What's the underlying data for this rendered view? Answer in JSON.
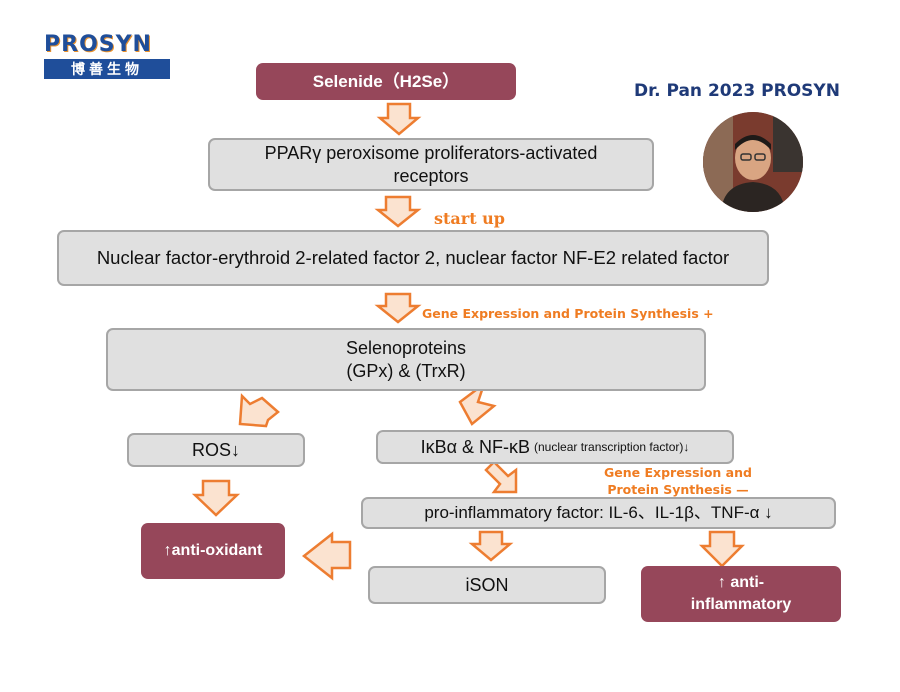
{
  "logo": {
    "wordmark": "PROSYN",
    "chinese": "博善生物"
  },
  "credit": "Dr. Pan 2023 PROSYN",
  "nodes": {
    "selenide": "Selenide（H2Se）",
    "ppar": "PPARγ peroxisome proliferators-activated receptors",
    "nrf2": "Nuclear factor-erythroid 2-related factor 2, nuclear factor NF-E2 related factor",
    "selenoproteins_line1": "Selenoproteins",
    "selenoproteins_line2": "(GPx) & (TrxR)",
    "ros": "ROS↓",
    "ikb_main": "IκBα & NF-κB",
    "ikb_small": "(nuclear transcription factor)↓",
    "pro_inflammatory": "pro-inflammatory factor:  IL-6、IL-1β、TNF-α ↓",
    "anti_oxidant": "↑anti-oxidant",
    "ison": "iSON",
    "anti_inflammatory": "↑ anti-inflammatory"
  },
  "notes": {
    "start_up": "start up",
    "gene_plus": "Gene Expression and Protein Synthesis +",
    "gene_minus": "Gene Expression and Protein Synthesis —"
  },
  "colors": {
    "gray_box": "#e0e0e0",
    "maroon_box": "#96475a",
    "arrow_fill": "#fbe3d0",
    "arrow_stroke": "#ed7d31",
    "note_text": "#ef7c22"
  }
}
